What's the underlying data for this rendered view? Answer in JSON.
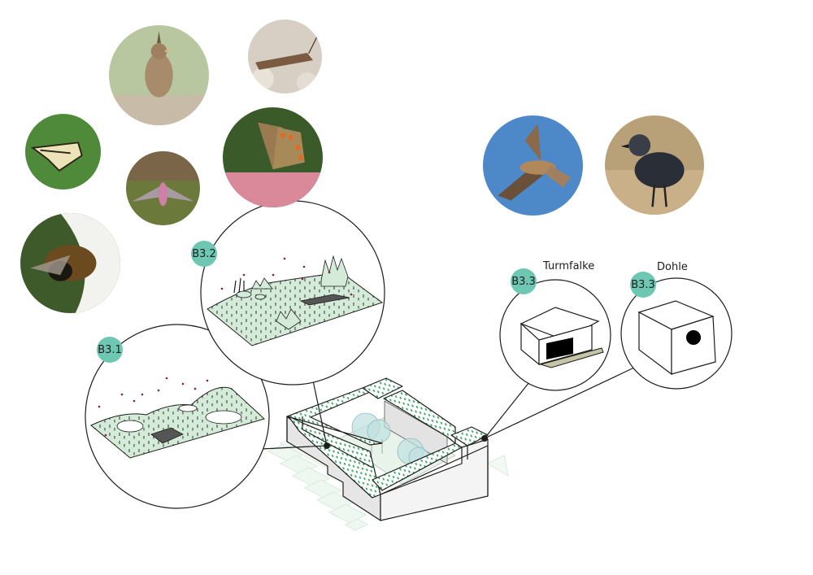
{
  "colors": {
    "badge": "#6dc7b3",
    "habitat_fill": "#d3ebd8",
    "green_dots": "#2fa35a",
    "flower_dots": "#8a1c3a",
    "kestrel_sky": "#4d88c8",
    "nestbox_ledge": "#c7c5a8",
    "line": "#1d1d1b"
  },
  "species_photos": [
    {
      "id": "crested-lark",
      "name": "crested lark"
    },
    {
      "id": "grasshopper",
      "name": "grasshopper"
    },
    {
      "id": "swallowtail",
      "name": "swallowtail butterfly"
    },
    {
      "id": "hawk-moth",
      "name": "hawk moth"
    },
    {
      "id": "brown-argus",
      "name": "brown argus butterfly"
    },
    {
      "id": "wild-bee",
      "name": "wild bee"
    },
    {
      "id": "kestrel",
      "name": "kestrel"
    },
    {
      "id": "jackdaw",
      "name": "jackdaw"
    }
  ],
  "callouts": {
    "b31": {
      "badge": "B3.1"
    },
    "b32": {
      "badge": "B3.2"
    },
    "b33_kestrel": {
      "badge": "B3.3",
      "title": "Turmfalke"
    },
    "b33_jackdaw": {
      "badge": "B3.3",
      "title": "Dohle"
    }
  }
}
